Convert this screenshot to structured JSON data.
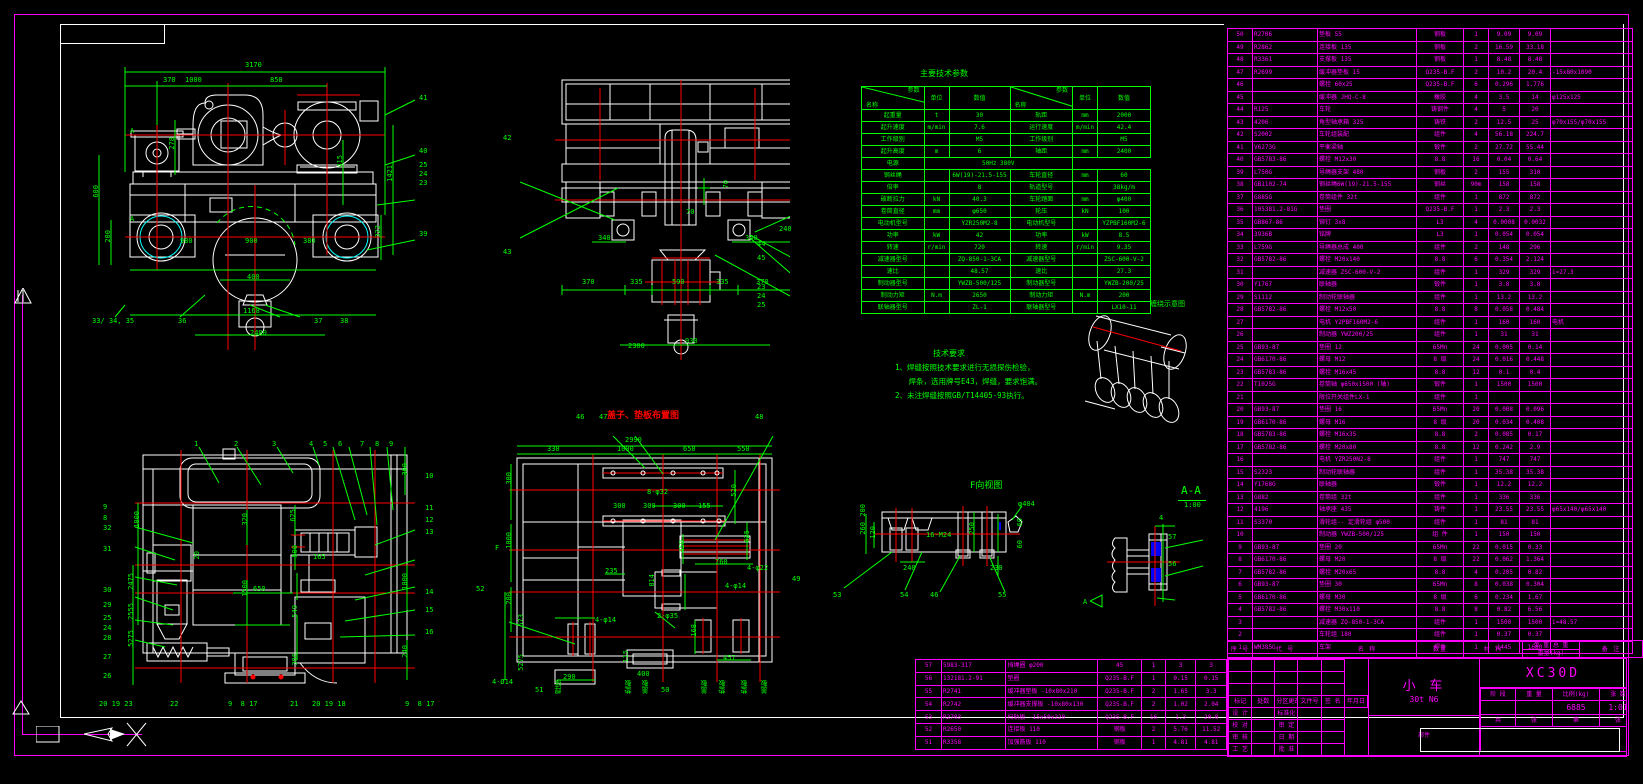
{
  "sheet": {
    "background": "#000000",
    "border_color": "#ff00ff",
    "drawing_frame_color": "#ffffff"
  },
  "colors": {
    "geometry": "#ffffff",
    "dimension": "#00ff00",
    "centerline": "#ff0000",
    "table": "#ff00ff",
    "hatch": "#0000ff",
    "wheel": "#00ffff",
    "annotation_red": "#ff0000"
  },
  "views": {
    "front_elevation": {
      "name": "front-elevation-view",
      "dims": [
        "3170",
        "370",
        "1000",
        "850",
        "600",
        "200",
        "278",
        "415",
        "1421",
        "322",
        "400",
        "1168",
        "2400",
        "930",
        "980",
        "900",
        "380",
        "280"
      ],
      "balloons": [
        "33",
        "34",
        "35",
        "36",
        "37",
        "38",
        "39",
        "40",
        "41",
        "44",
        "45",
        "23",
        "24",
        "25"
      ]
    },
    "section_view": {
      "name": "transverse-section-view",
      "dims": [
        "370",
        "335",
        "590",
        "335",
        "370",
        "930",
        "340",
        "240",
        "70",
        "2300"
      ],
      "balloons": [
        "42",
        "43",
        "44",
        "45",
        "23",
        "24",
        "25",
        "40",
        "41"
      ]
    },
    "plan_view": {
      "name": "plan-view",
      "dims": [
        "320",
        "625",
        "1500",
        "650",
        "500",
        "549",
        "386",
        "300",
        "200",
        "2",
        "1000",
        "2475",
        "2555",
        "5275",
        "20",
        "165",
        "240"
      ],
      "balloons": [
        "1",
        "2",
        "3",
        "4",
        "5",
        "6",
        "7",
        "8",
        "9",
        "10",
        "11",
        "12",
        "13",
        "14",
        "15",
        "16",
        "17",
        "18",
        "19",
        "20",
        "21",
        "22",
        "23",
        "24",
        "25",
        "26",
        "27",
        "28",
        "29",
        "30",
        "31",
        "32",
        "33"
      ]
    },
    "plate_layout_view": {
      "name": "plate-layout-view",
      "title": "盖子、垫板布置图",
      "dims": [
        "2990",
        "330",
        "1000",
        "650",
        "550",
        "300",
        "1000",
        "200",
        "573",
        "5275",
        "520",
        "625",
        "450",
        "760",
        "235",
        "168",
        "457",
        "290",
        "400",
        "814",
        "115",
        "60",
        "8-φ32",
        "4-φ22",
        "2-φ35",
        "4-φ14",
        "4-φ14"
      ],
      "balloons": [
        "46",
        "47",
        "48",
        "49",
        "50",
        "51",
        "52"
      ]
    },
    "detail_f": {
      "name": "detail-view-f",
      "label": "F向视图",
      "dims": [
        "260",
        "200",
        "120",
        "240",
        "250",
        "230",
        "60",
        "60",
        "16-M24"
      ],
      "balloons": [
        "53",
        "54",
        "46",
        "55"
      ]
    },
    "section_aa": {
      "name": "section-a-a",
      "label": "A-A",
      "scale": "1:00",
      "dims": [
        "4"
      ],
      "balloons": [
        "56",
        "57"
      ]
    },
    "iso_detail": {
      "name": "isometric-drum-detail",
      "label": "缠绕示意图"
    }
  },
  "notes": {
    "title": "技术要求",
    "lines": [
      "1、焊缝按照技术要求进行无损探伤检验，",
      "   焊条，选用牌号E43，焊缝，要求饱满。",
      "2、未注焊缝按照GB/T14405-93执行。"
    ]
  },
  "spec_table": {
    "title": "主要技术参数",
    "header": [
      {
        "diag_top": "参数项",
        "diag_bot": "名称",
        "unit": "单位",
        "value": "数值"
      },
      {
        "diag_top": "参数项",
        "diag_bot": "名称",
        "unit": "单位",
        "value": "数值"
      }
    ],
    "col_head_left_tl": "参数",
    "col_head_left_bl": "名称",
    "col_head_left_unit": "单位",
    "col_head_left_val": "数值",
    "col_head_right_tl": "参数",
    "col_head_right_bl": "名称",
    "col_head_right_unit": "单位",
    "col_head_right_val": "数值",
    "rows": [
      {
        "l_name": "起重量",
        "l_unit": "t",
        "l_val": "30",
        "r_name": "轨距",
        "r_unit": "mm",
        "r_val": "2000"
      },
      {
        "l_name": "起升速度",
        "l_unit": "m/min",
        "l_val": "7.6",
        "r_name": "运行速度",
        "r_unit": "m/min",
        "r_val": "42.4"
      },
      {
        "l_name": "工作级别",
        "l_unit": "",
        "l_val": "M5",
        "r_name": "工作级别",
        "r_unit": "",
        "r_val": "M5"
      },
      {
        "l_name": "起升高度",
        "l_unit": "m",
        "l_val": "6",
        "r_name": "轴距",
        "r_unit": "mm",
        "r_val": "2400"
      },
      {
        "l_name": "电源",
        "l_unit": "",
        "l_val": "",
        "r_name": "50Hz   380V",
        "r_unit": "",
        "r_val": ""
      },
      {
        "l_name": "钢丝绳",
        "l_unit": "",
        "l_val": "6W(19)-21.5-155",
        "r_name": "车轮直径",
        "r_unit": "mm",
        "r_val": "60"
      },
      {
        "l_name": "倍率",
        "l_unit": "",
        "l_val": "8",
        "r_name": "轨道型号",
        "r_unit": "",
        "r_val": "38kg/m"
      },
      {
        "l_name": "破断拉力",
        "l_unit": "kN",
        "l_val": "40.3",
        "r_name": "车轮踏面",
        "r_unit": "mm",
        "r_val": "φ400"
      },
      {
        "l_name": "卷筒直径",
        "l_unit": "mm",
        "l_val": "φ650",
        "r_name": "轮压",
        "r_unit": "kN",
        "r_val": "100"
      },
      {
        "l_name": "电动机型号",
        "l_unit": "",
        "l_val": "YZR250M2-8",
        "r_name": "电动机型号",
        "r_unit": "",
        "r_val": "YZPBF160M2-6"
      },
      {
        "l_name": "功率",
        "l_unit": "kW",
        "l_val": "42",
        "r_name": "功率",
        "r_unit": "kW",
        "r_val": "8.5"
      },
      {
        "l_name": "转速",
        "l_unit": "r/min",
        "l_val": "720",
        "r_name": "转速",
        "r_unit": "r/min",
        "r_val": "9.35"
      },
      {
        "l_name": "减速器型号",
        "l_unit": "",
        "l_val": "ZQ-850-1-3CA",
        "r_name": "减速器型号",
        "r_unit": "",
        "r_val": "ZSC-600-V-2"
      },
      {
        "l_name": "速比",
        "l_unit": "",
        "l_val": "48.57",
        "r_name": "速比",
        "r_unit": "",
        "r_val": "27.3"
      },
      {
        "l_name": "制动器型号",
        "l_unit": "",
        "l_val": "YWZB-500/125",
        "r_name": "制动器型号",
        "r_unit": "",
        "r_val": "YWZB-200/25"
      },
      {
        "l_name": "制动力矩",
        "l_unit": "N.m",
        "l_val": "2650",
        "r_name": "制动力矩",
        "r_unit": "N.m",
        "r_val": "200"
      },
      {
        "l_name": "联轴器型号",
        "l_unit": "",
        "l_val": "ZL-1",
        "r_name": "联轴器型号",
        "r_unit": "",
        "r_val": "LX10-11"
      }
    ]
  },
  "bom": {
    "headers": [
      "序号",
      "代号",
      "名称",
      "材料",
      "数量",
      "单重",
      "总重",
      "备注"
    ],
    "header_sub": [
      "重量(kg)",
      "备注"
    ],
    "rows": [
      {
        "no": "50",
        "code": "R2706",
        "name": "垫板  55",
        "mat": "钢板",
        "qty": "1",
        "unit_w": "9.09",
        "tot_w": "9.09",
        "note": ""
      },
      {
        "no": "49",
        "code": "R2862",
        "name": "连接板  135",
        "mat": "钢板",
        "qty": "2",
        "unit_w": "16.59",
        "tot_w": "33.18",
        "note": ""
      },
      {
        "no": "48",
        "code": "R3361",
        "name": "支撑板  135",
        "mat": "钢板",
        "qty": "1",
        "unit_w": "8.48",
        "tot_w": "8.48",
        "note": ""
      },
      {
        "no": "47",
        "code": "R2699",
        "name": "缓冲器垫板  15",
        "mat": "Q235-B.F",
        "qty": "2",
        "unit_w": "10.2",
        "tot_w": "20.4",
        "note": "-15x80x1090"
      },
      {
        "no": "46",
        "code": "",
        "name": "螺栓 60x25",
        "mat": "Q235-B.F",
        "qty": "6",
        "unit_w": "0.296",
        "tot_w": "1.776",
        "note": ""
      },
      {
        "no": "45",
        "code": "",
        "name": "缓冲器 JHQ-C-8",
        "mat": "橡胶",
        "qty": "4",
        "unit_w": "3.5",
        "tot_w": "14",
        "note": "φ125x125"
      },
      {
        "no": "44",
        "code": "R125",
        "name": "车轮",
        "mat": "铸钢件",
        "qty": "4",
        "unit_w": "5",
        "tot_w": "20",
        "note": ""
      },
      {
        "no": "43",
        "code": "4206",
        "name": "角型轴承箱  325",
        "mat": "铸铁",
        "qty": "2",
        "unit_w": "12.5",
        "tot_w": "25",
        "note": "φ70x155/φ70x155"
      },
      {
        "no": "42",
        "code": "S2002",
        "name": "车轮组装配",
        "mat": "组件",
        "qty": "4",
        "unit_w": "56.18",
        "tot_w": "224.7",
        "note": ""
      },
      {
        "no": "41",
        "code": "V6273G",
        "name": "平衡梁轴",
        "mat": "锻件",
        "qty": "2",
        "unit_w": "27.72",
        "tot_w": "55.44",
        "note": ""
      },
      {
        "no": "40",
        "code": "GB5783-86",
        "name": "螺栓  M12x30",
        "mat": "8.8",
        "qty": "16",
        "unit_w": "0.04",
        "tot_w": "0.64",
        "note": ""
      },
      {
        "no": "39",
        "code": "L750G",
        "name": "导绳器支架  480",
        "mat": "钢板",
        "qty": "2",
        "unit_w": "155",
        "tot_w": "310",
        "note": ""
      },
      {
        "no": "38",
        "code": "GB1102-74",
        "name": "钢丝绳6W(19)-21.5-155",
        "mat": "钢丝",
        "qty": "90m",
        "unit_w": "158",
        "tot_w": "158",
        "note": ""
      },
      {
        "no": "37",
        "code": "G885G",
        "name": "卷筒组件 32t",
        "mat": "组件",
        "qty": "1",
        "unit_w": "872",
        "tot_w": "872",
        "note": ""
      },
      {
        "no": "36",
        "code": "105381.2-81G",
        "name": "垫圈",
        "mat": "Q235-B.F",
        "qty": "1",
        "unit_w": "2.3",
        "tot_w": "2.3",
        "note": ""
      },
      {
        "no": "35",
        "code": "GB867-86",
        "name": "铆钉  3x8",
        "mat": "L3",
        "qty": "4",
        "unit_w": "0.0008",
        "tot_w": "0.0032",
        "note": ""
      },
      {
        "no": "34",
        "code": "3936B",
        "name": "铭牌",
        "mat": "L3",
        "qty": "1",
        "unit_w": "0.054",
        "tot_w": "0.054",
        "note": ""
      },
      {
        "no": "33",
        "code": "L759G",
        "name": "导绳器总成  400",
        "mat": "组件",
        "qty": "2",
        "unit_w": "148",
        "tot_w": "296",
        "note": ""
      },
      {
        "no": "32",
        "code": "GB5782-86",
        "name": "螺栓  M20x140",
        "mat": "8.8",
        "qty": "6",
        "unit_w": "0.354",
        "tot_w": "2.124",
        "note": ""
      },
      {
        "no": "31",
        "code": "",
        "name": "减速器 ZSC-600-V-2",
        "mat": "组件",
        "qty": "1",
        "unit_w": "329",
        "tot_w": "329",
        "note": "i=27.3"
      },
      {
        "no": "30",
        "code": "Y1767",
        "name": "联轴器",
        "mat": "锻件",
        "qty": "1",
        "unit_w": "3.8",
        "tot_w": "3.8",
        "note": ""
      },
      {
        "no": "29",
        "code": "S1112",
        "name": "制动轮联轴器",
        "mat": "组件",
        "qty": "1",
        "unit_w": "13.2",
        "tot_w": "13.2",
        "note": ""
      },
      {
        "no": "28",
        "code": "GB5782-86",
        "name": "螺栓  M12x50",
        "mat": "8.8",
        "qty": "8",
        "unit_w": "0.058",
        "tot_w": "0.484",
        "note": ""
      },
      {
        "no": "27",
        "code": "",
        "name": "电机   Y2PBF160M2-6",
        "mat": "组件",
        "qty": "1",
        "unit_w": "160",
        "tot_w": "160",
        "note": "电机"
      },
      {
        "no": "26",
        "code": "",
        "name": "制动器   YWZ200/25",
        "mat": "组件",
        "qty": "1",
        "unit_w": "31",
        "tot_w": "31",
        "note": ""
      },
      {
        "no": "25",
        "code": "GB93-87",
        "name": "垫圈  12",
        "mat": "65Mn",
        "qty": "24",
        "unit_w": "0.005",
        "tot_w": "0.14",
        "note": ""
      },
      {
        "no": "24",
        "code": "GB6170-86",
        "name": "螺母  M12",
        "mat": "8 级",
        "qty": "24",
        "unit_w": "0.016",
        "tot_w": "0.448",
        "note": ""
      },
      {
        "no": "23",
        "code": "GB5783-86",
        "name": "螺栓  M16x45",
        "mat": "8.8",
        "qty": "12",
        "unit_w": "0.1",
        "tot_w": "0.4",
        "note": ""
      },
      {
        "no": "22",
        "code": "T1025G",
        "name": "卷筒轴 φ650x1500 (轴)",
        "mat": "锻件",
        "qty": "1",
        "unit_w": "1500",
        "tot_w": "1500",
        "note": ""
      },
      {
        "no": "21",
        "code": "",
        "name": "限位开关组件LX-1",
        "mat": "组件",
        "qty": "1",
        "unit_w": "",
        "tot_w": "",
        "note": ""
      },
      {
        "no": "20",
        "code": "GB93-87",
        "name": "垫圈  16",
        "mat": "65Mn",
        "qty": "20",
        "unit_w": "0.008",
        "tot_w": "0.096",
        "note": ""
      },
      {
        "no": "19",
        "code": "GB6170-86",
        "name": "螺母  M16",
        "mat": "8 级",
        "qty": "20",
        "unit_w": "0.034",
        "tot_w": "0.408",
        "note": ""
      },
      {
        "no": "18",
        "code": "GB5783-86",
        "name": "螺栓  M16x35",
        "mat": "8.8",
        "qty": "2",
        "unit_w": "0.085",
        "tot_w": "0.17",
        "note": ""
      },
      {
        "no": "17",
        "code": "GB5782-86",
        "name": "螺栓  M20x80",
        "mat": "8.8",
        "qty": "12",
        "unit_w": "0.242",
        "tot_w": "2.9",
        "note": ""
      },
      {
        "no": "16",
        "code": "",
        "name": "电机 YZR250N2-8",
        "mat": "组件",
        "qty": "1",
        "unit_w": "747",
        "tot_w": "747",
        "note": ""
      },
      {
        "no": "15",
        "code": "S2323",
        "name": "制动轮联轴器",
        "mat": "组件",
        "qty": "1",
        "unit_w": "35.38",
        "tot_w": "35.38",
        "note": ""
      },
      {
        "no": "14",
        "code": "Y1768G",
        "name": "联轴器",
        "mat": "锻件",
        "qty": "1",
        "unit_w": "12.2",
        "tot_w": "12.2",
        "note": ""
      },
      {
        "no": "13",
        "code": "G882",
        "name": "卷筒组  32t",
        "mat": "组件",
        "qty": "1",
        "unit_w": "336",
        "tot_w": "336",
        "note": ""
      },
      {
        "no": "12",
        "code": "4196",
        "name": "轴承座  435",
        "mat": "铸件",
        "qty": "1",
        "unit_w": "23.55",
        "tot_w": "23.55",
        "note": "φ65x140/φ65x140"
      },
      {
        "no": "11",
        "code": "S3370",
        "name": "滑轮组-- 定滑轮组   φ500",
        "mat": "组件",
        "qty": "1",
        "unit_w": "81",
        "tot_w": "81",
        "note": ""
      },
      {
        "no": "10",
        "code": "",
        "name": "制动器   YWZB-500/125",
        "mat": "组 件",
        "qty": "1",
        "unit_w": "150",
        "tot_w": "150",
        "note": ""
      },
      {
        "no": "9",
        "code": "GB93-87",
        "name": "垫圈  20",
        "mat": "65Mn",
        "qty": "22",
        "unit_w": "0.015",
        "tot_w": "0.33",
        "note": ""
      },
      {
        "no": "8",
        "code": "GB6170-86",
        "name": "螺母  M20",
        "mat": "8 级",
        "qty": "22",
        "unit_w": "0.062",
        "tot_w": "1.364",
        "note": ""
      },
      {
        "no": "7",
        "code": "GB5782-86",
        "name": "螺栓  M20x65",
        "mat": "8.8",
        "qty": "4",
        "unit_w": "0.205",
        "tot_w": "0.82",
        "note": ""
      },
      {
        "no": "6",
        "code": "GB93-87",
        "name": "垫圈  30",
        "mat": "65Mn",
        "qty": "8",
        "unit_w": "0.038",
        "tot_w": "0.304",
        "note": ""
      },
      {
        "no": "5",
        "code": "GB6170-86",
        "name": "螺母  M30",
        "mat": "8 级",
        "qty": "6",
        "unit_w": "0.234",
        "tot_w": "1.67",
        "note": ""
      },
      {
        "no": "4",
        "code": "GB5782-86",
        "name": "螺栓  M30x110",
        "mat": "8.8",
        "qty": "8",
        "unit_w": "0.82",
        "tot_w": "6.56",
        "note": ""
      },
      {
        "no": "3",
        "code": "",
        "name": "减速器 ZQ-850-1-3CA",
        "mat": "组件",
        "qty": "1",
        "unit_w": "1500",
        "tot_w": "1500",
        "note": "i=48.57"
      },
      {
        "no": "2",
        "code": "",
        "name": "车轮组  180",
        "mat": "组件",
        "qty": "1",
        "unit_w": "0.37",
        "tot_w": "0.37",
        "note": ""
      },
      {
        "no": "1",
        "code": "WM385G",
        "name": "车架",
        "mat": "焊件",
        "qty": "1",
        "unit_w": "1445",
        "tot_w": "1680",
        "note": ""
      }
    ]
  },
  "bom_lower": {
    "rows": [
      {
        "no": "57",
        "code": "5983-317",
        "name": "挡绳圈 φ200",
        "mat": "45",
        "qty": "1",
        "unit_w": "3",
        "tot_w": "3"
      },
      {
        "no": "56",
        "code": "132181.2-91",
        "name": "垫圈",
        "mat": "Q235-B.F",
        "qty": "1",
        "unit_w": "0.15",
        "tot_w": "0.15"
      },
      {
        "no": "55",
        "code": "R2741",
        "name": "缓冲器垫板 -10x80x210",
        "mat": "Q235-B.F",
        "qty": "2",
        "unit_w": "1.65",
        "tot_w": "3.3"
      },
      {
        "no": "54",
        "code": "R2742",
        "name": "缓冲器支撑板 -10x80x130",
        "mat": "Q235-B.F",
        "qty": "2",
        "unit_w": "1.02",
        "tot_w": "2.04"
      },
      {
        "no": "53",
        "code": "R2703",
        "name": "扫轨板 -15x50x220",
        "mat": "Q235-B.F",
        "qty": "16",
        "unit_w": "1.3",
        "tot_w": "20.8"
      },
      {
        "no": "52",
        "code": "R2650",
        "name": "连接板  110",
        "mat": "钢板",
        "qty": "2",
        "unit_w": "5.76",
        "tot_w": "11.52"
      },
      {
        "no": "51",
        "code": "R3358",
        "name": "加强筋板  110",
        "mat": "钢板",
        "qty": "1",
        "unit_w": "4.81",
        "tot_w": "4.81"
      }
    ]
  },
  "title_block": {
    "columns": [
      "序 号",
      "代    号",
      "名      称",
      "数量",
      "材    料",
      "单 重",
      "总 重",
      "备  注"
    ],
    "weight_header": "重量(kg)",
    "part_name": "小      车",
    "part_spec": "30t  N6",
    "drawing_no": "XC30D",
    "attr_headers": [
      "阶 段",
      "重 量",
      "比例(kg)",
      "张 数",
      "第  张"
    ],
    "weight_value": "6885",
    "scale_value": "1:01",
    "sub_labels": [
      "设 计",
      "校 对",
      "审 核",
      "工 艺",
      "标准化",
      "审 定",
      "批 准",
      "日 期"
    ],
    "footer_label": "部件",
    "rev_headers": [
      "标记",
      "处数",
      "分区更改",
      "文件号",
      "签 名",
      "年月日"
    ]
  }
}
